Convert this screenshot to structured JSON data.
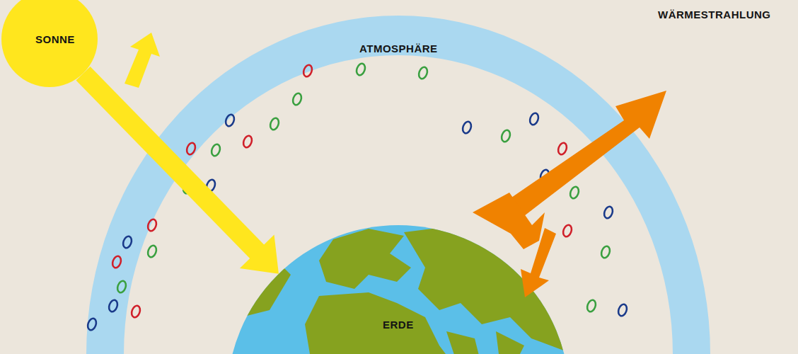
{
  "diagram": {
    "nodes": [
      {
        "text": [
          "SONNE"
        ]
      },
      {
        "text": [
          "ATMOSPHÄRE"
        ]
      },
      {
        "text": [
          "ERDE"
        ]
      }
    ],
    "edges": [
      {
        "from": 0,
        "to": 2,
        "arrow": "to"
      }
    ],
    "labels": [
      "WÄRMESTRAHLUNG"
    ]
  }
}
